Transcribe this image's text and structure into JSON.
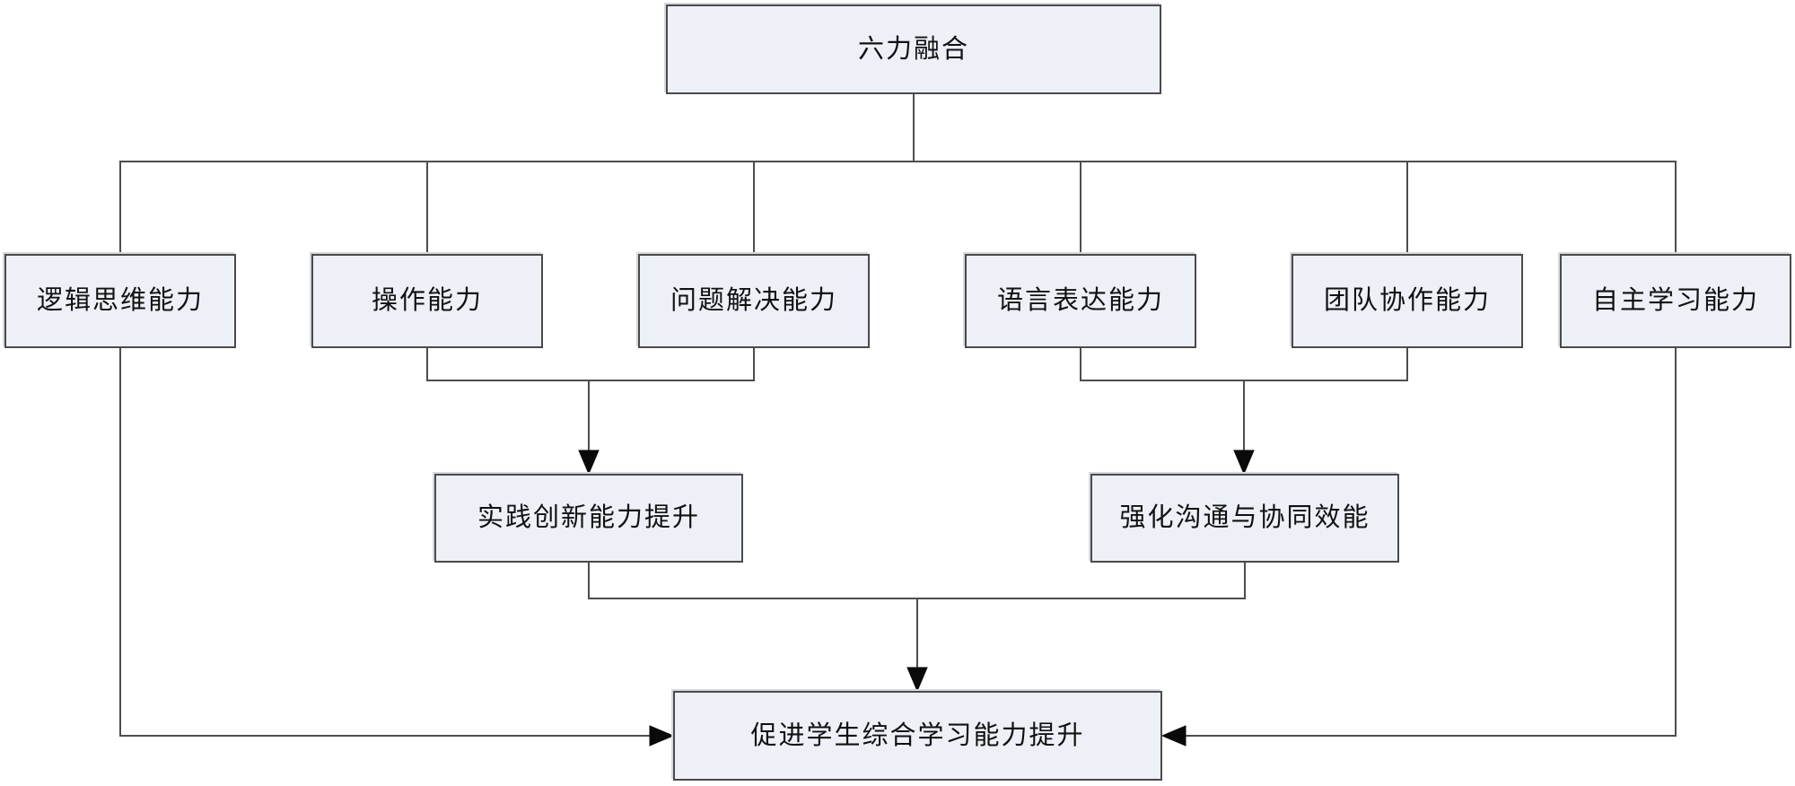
{
  "diagram": {
    "root": {
      "label": "六力融合"
    },
    "abilities": [
      {
        "label": "逻辑思维能力"
      },
      {
        "label": "操作能力"
      },
      {
        "label": "问题解决能力"
      },
      {
        "label": "语言表达能力"
      },
      {
        "label": "团队协作能力"
      },
      {
        "label": "自主学习能力"
      }
    ],
    "intermediate": [
      {
        "label": "实践创新能力提升"
      },
      {
        "label": "强化沟通与协同效能"
      }
    ],
    "outcome": {
      "label": "促进学生综合学习能力提升"
    }
  },
  "colors": {
    "background": "#ffffff",
    "node_fill": "#edf0f7",
    "node_border": "#4a4a4a",
    "connector": "#4d4d4d",
    "arrowhead": "#0a0a0a",
    "text": "#111111"
  }
}
